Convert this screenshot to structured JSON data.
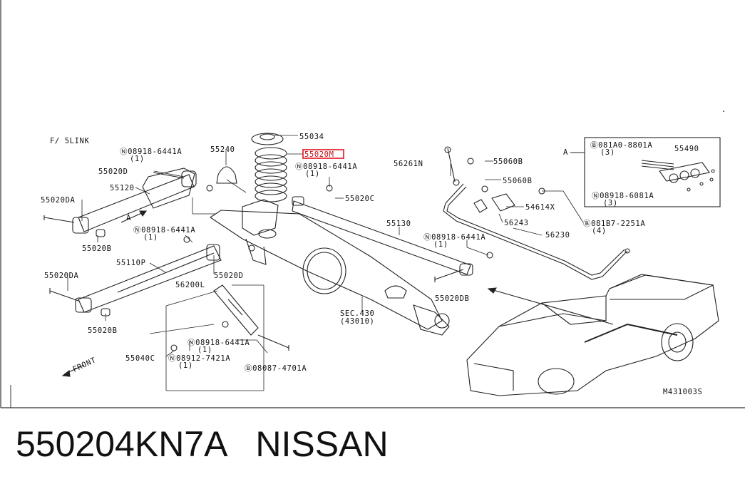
{
  "diagram": {
    "section_title": "F/ 5LINK",
    "figure_code": "M431003S",
    "front_label": "FRONT",
    "sec_ref": "SEC.430",
    "sec_ref_sub": "(43010)",
    "highlighted_part": "55020M",
    "inset_marker": "A",
    "labels": {
      "p55034": "55034",
      "p55020M": "55020M",
      "p55240": "55240",
      "n08918_1": "Ⓝ08918-6441A",
      "q1_a": "(1)",
      "n08918_2": "Ⓝ08918-6441A",
      "q1_b": "(1)",
      "p55020C": "55020C",
      "p55020D_a": "55020D",
      "p55120": "55120",
      "p55020DA_a": "55020DA",
      "arrowA": "A",
      "p55020B_a": "55020B",
      "n08918_3": "Ⓝ08918-6441A",
      "q1_c": "(1)",
      "p55110P": "55110P",
      "p55020D_b": "55020D",
      "p55020DA_b": "55020DA",
      "p56200L": "56200L",
      "p55020B_b": "55020B",
      "n08918_4": "Ⓝ08918-6441A",
      "q1_d": "(1)",
      "p55040C": "55040C",
      "n08912": "Ⓝ08912-7421A",
      "q1_e": "(1)",
      "b080B7": "Ⓑ08087-4701A",
      "p55130": "55130",
      "n08918_5": "Ⓝ08918-6441A",
      "q1_f": "(1)",
      "p55020DB": "55020DB",
      "p56261N": "56261N",
      "p55060B_a": "55060B",
      "p55060B_b": "55060B",
      "p54614X": "54614X",
      "p56243": "56243",
      "b081B7": "Ⓑ081B7-2251A",
      "q4": "(4)",
      "p56230": "56230",
      "b081A0": "Ⓑ081A0-8801A",
      "q3_a": "(3)",
      "p55490": "55490",
      "n08918_6": "Ⓝ08918-6081A",
      "q3_b": "(3)"
    }
  },
  "caption": {
    "part_number": "550204KN7A",
    "brand": "NISSAN"
  }
}
